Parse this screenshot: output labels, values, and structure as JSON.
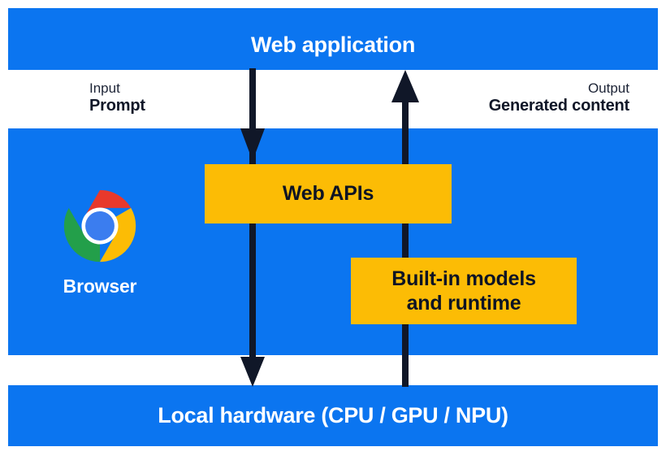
{
  "diagram": {
    "title": "Web application",
    "theme": {
      "blue": "#0b75f0",
      "amber": "#fcbc05",
      "ink": "#101728",
      "white": "#ffffff"
    },
    "bands": {
      "top": {
        "label": "Web application"
      },
      "middle": {
        "label": "Browser"
      },
      "bottom": {
        "label": "Local hardware (CPU / GPU / NPU)"
      }
    },
    "flows": {
      "input": {
        "kind": "Input",
        "value": "Prompt",
        "direction": "down"
      },
      "output": {
        "kind": "Output",
        "value": "Generated content",
        "direction": "up"
      }
    },
    "boxes": {
      "web_apis": {
        "label": "Web APIs"
      },
      "builtin_models": {
        "line1": "Built-in models",
        "line2": "and runtime"
      }
    },
    "icons": {
      "browser": "chrome-logo-icon"
    }
  }
}
